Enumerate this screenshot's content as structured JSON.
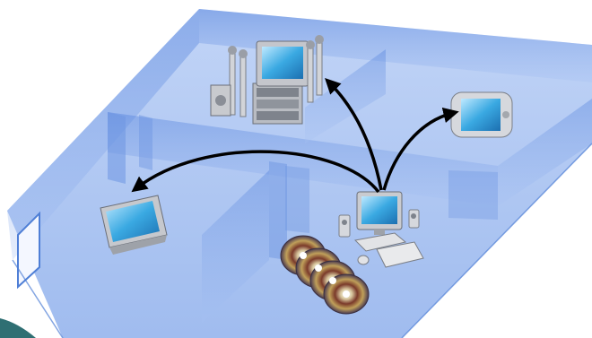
{
  "scene": {
    "colors": {
      "floor": "#9dbcf0",
      "wall": "#7aa0e8",
      "wall_edge": "#4f7fd6",
      "arrow": "#000000",
      "screen": "#35a6e0",
      "corner_accent": "#2f6f73"
    }
  },
  "devices": [
    {
      "name": "media-pc-icon",
      "role": "source"
    },
    {
      "name": "home-theater-icon",
      "role": "destination"
    },
    {
      "name": "portable-media-player-icon",
      "role": "destination"
    },
    {
      "name": "crt-tv-icon",
      "role": "destination"
    },
    {
      "name": "dvd-discs-icon",
      "role": "media"
    }
  ],
  "connections": [
    {
      "from": "media-pc-icon",
      "to": "home-theater-icon"
    },
    {
      "from": "media-pc-icon",
      "to": "portable-media-player-icon"
    },
    {
      "from": "media-pc-icon",
      "to": "crt-tv-icon"
    }
  ]
}
